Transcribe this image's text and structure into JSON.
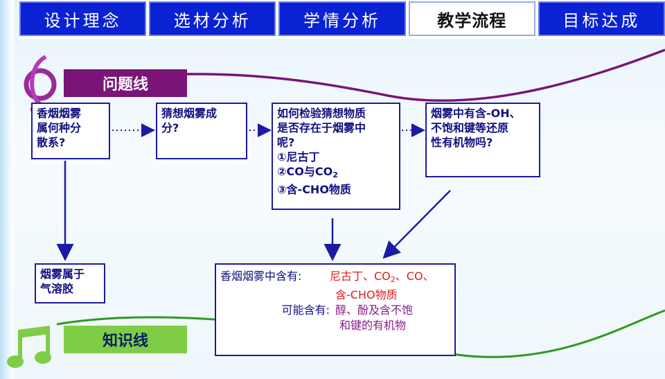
{
  "tabs": [
    {
      "label": "设计理念"
    },
    {
      "label": "选材分析"
    },
    {
      "label": "学情分析"
    },
    {
      "label": "教学流程",
      "active": true
    },
    {
      "label": "目标达成"
    }
  ],
  "problem_line": {
    "label": "问题线"
  },
  "knowledge_line": {
    "label": "知识线"
  },
  "boxes": {
    "q1": {
      "lines": [
        "香烟烟雾",
        "属何种分",
        "散系?"
      ]
    },
    "q2": {
      "lines": [
        "猜想烟雾成",
        "分?"
      ]
    },
    "q3": {
      "lines": [
        "如何检验猜想物质",
        "是否存在于烟雾中",
        "呢?",
        "①尼古丁"
      ],
      "item2_prefix": "②CO与CO",
      "item2_sub": "2",
      "item3": "③含-CHO物质"
    },
    "q4": {
      "lines": [
        "烟雾中有含-OH、",
        "不饱和键等还原",
        "性有机物吗?"
      ]
    },
    "k1": {
      "lines": [
        "烟雾属于",
        "气溶胶"
      ]
    },
    "k2": {
      "contains_label": "香烟烟雾中含有:",
      "contains_a": "尼古丁、CO",
      "contains_a_sub": "2",
      "contains_b": "、CO、",
      "contains_line2": "含-CHO物质",
      "possible_label": "可能含有:",
      "possible_line1": "醇、酚及含不饱",
      "possible_line2": "和键的有机物"
    }
  },
  "colors": {
    "tab_blue": "#0a22d4",
    "problem_purple": "#7a1477",
    "knowledge_green": "#7fcd46",
    "box_border": "#1a1aa5",
    "highlight_red": "#e01b1b"
  },
  "icons": {
    "problem": "treble-clef-icon",
    "knowledge": "music-note-icon"
  }
}
